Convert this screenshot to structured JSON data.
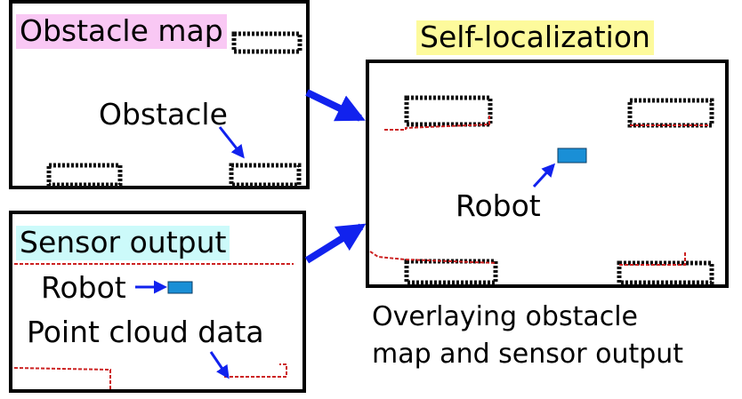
{
  "obstacle_map": {
    "title": "Obstacle map",
    "title_bg": "#f9c8f4",
    "obstacle_label": "Obstacle"
  },
  "sensor_output": {
    "title": "Sensor output",
    "title_bg": "#ccfafa",
    "robot_label": "Robot",
    "point_cloud_label": "Point cloud data"
  },
  "self_localization": {
    "title": "Self-localization",
    "title_bg": "#fdfa9c",
    "robot_label": "Robot"
  },
  "caption": {
    "line1": "Overlaying obstacle",
    "line2": "map and sensor output"
  },
  "colors": {
    "arrow": "#1122ee",
    "robot": "#1a8fd6",
    "point_cloud": "#cc2222",
    "obstacle": "#111111"
  }
}
